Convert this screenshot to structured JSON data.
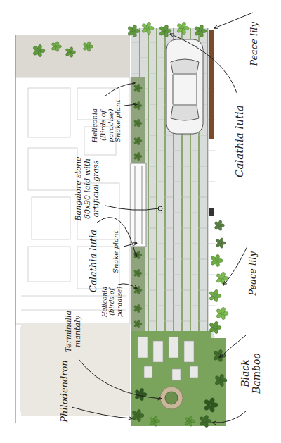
{
  "diagram": {
    "labels": [
      "Peace lily",
      "Calathia lutia",
      "Snake plant",
      "Heliconia (Birds of paradise)",
      "Bangalore stone 60x90 laid with artificial grass",
      "Snake plant",
      "Calathia lutia",
      "Heliconia (birds of paradise)",
      "Terminalia mantaly",
      "Philodendron",
      "Peace lily",
      "Black Bamboo"
    ]
  }
}
